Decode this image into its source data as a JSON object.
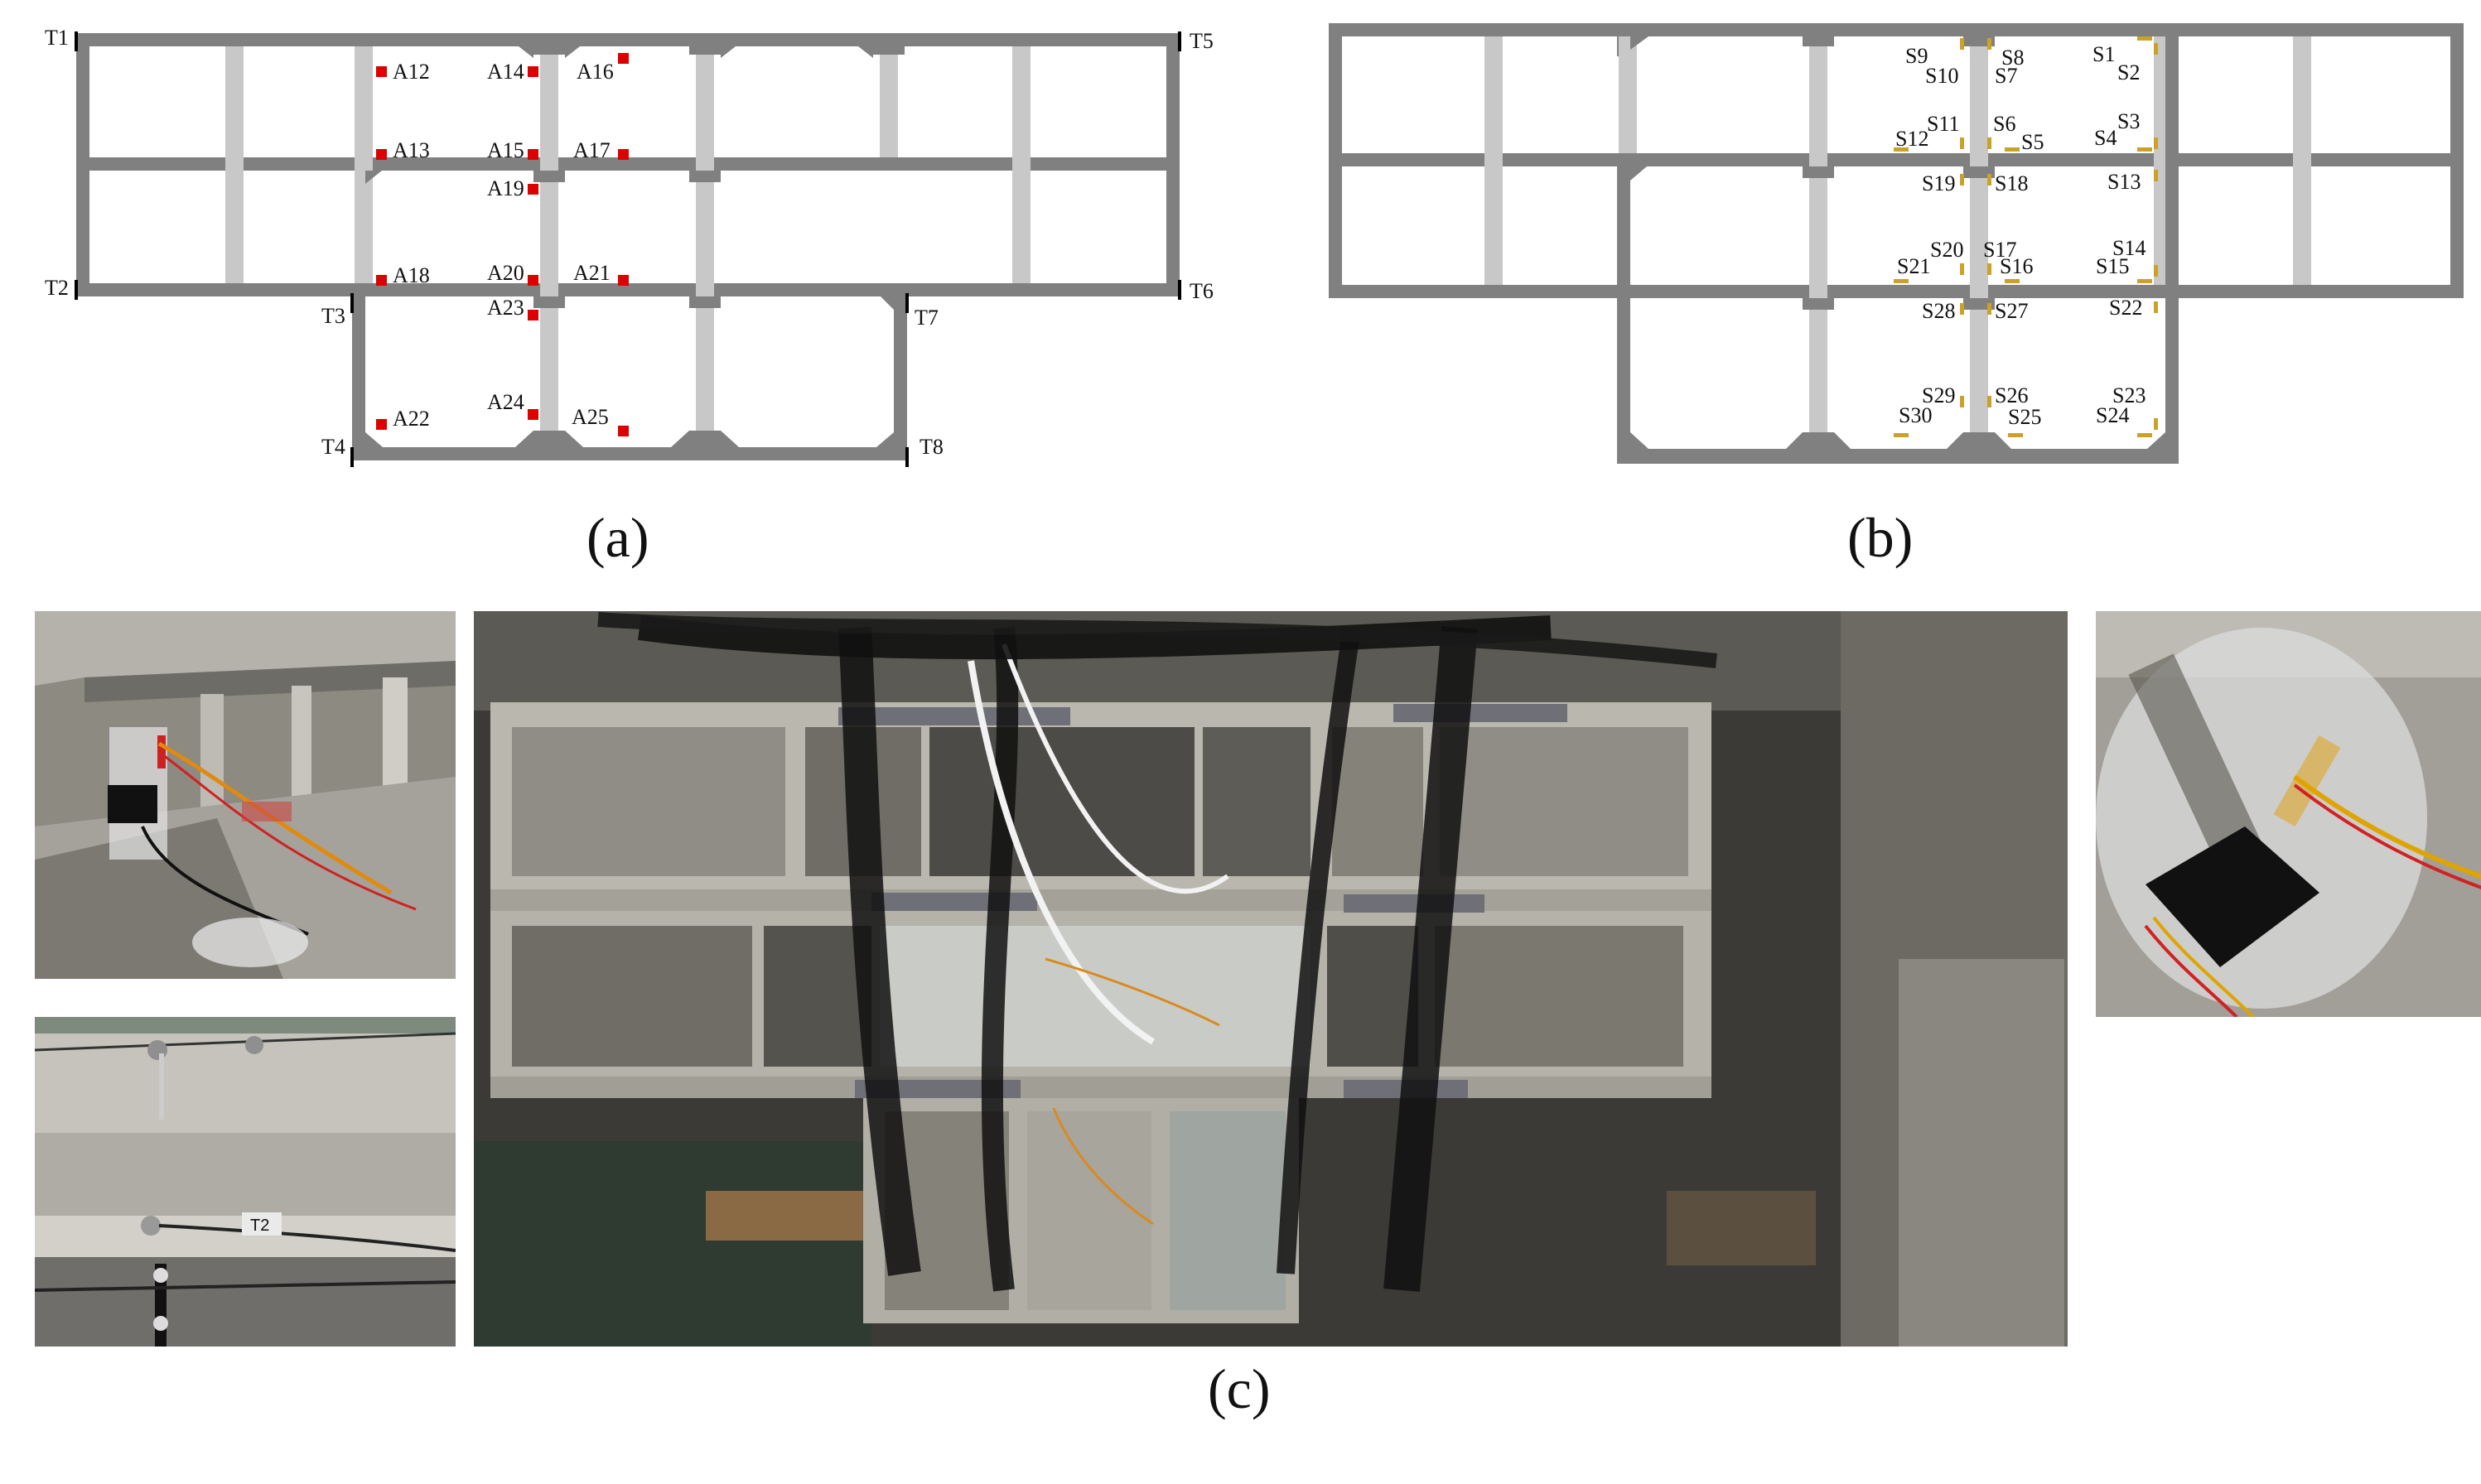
{
  "panel_a": {
    "caption": "(a)",
    "tunnel_labels": [
      "T1",
      "T2",
      "T3",
      "T4",
      "T5",
      "T6",
      "T7",
      "T8"
    ],
    "accelerometers": [
      "A12",
      "A13",
      "A14",
      "A15",
      "A16",
      "A17",
      "A18",
      "A19",
      "A20",
      "A21",
      "A22",
      "A23",
      "A24",
      "A25"
    ]
  },
  "panel_b": {
    "caption": "(b)",
    "strain_gauges": [
      "S1",
      "S2",
      "S3",
      "S4",
      "S5",
      "S6",
      "S7",
      "S8",
      "S9",
      "S10",
      "S11",
      "S12",
      "S13",
      "S14",
      "S15",
      "S16",
      "S17",
      "S18",
      "S19",
      "S20",
      "S21",
      "S22",
      "S23",
      "S24",
      "S25",
      "S26",
      "S27",
      "S28",
      "S29",
      "S30"
    ]
  },
  "panel_c": {
    "caption": "(c)",
    "photo_tag": "T2",
    "photos": [
      "sensor-detail-photo",
      "surface-sensor-photo",
      "model-front-photo",
      "gauge-wrapping-photo"
    ]
  },
  "colors": {
    "structure": "#808080",
    "column_light": "#c8c8c8",
    "accelerometer": "#dd0000",
    "strain_gauge": "#c9a227"
  }
}
